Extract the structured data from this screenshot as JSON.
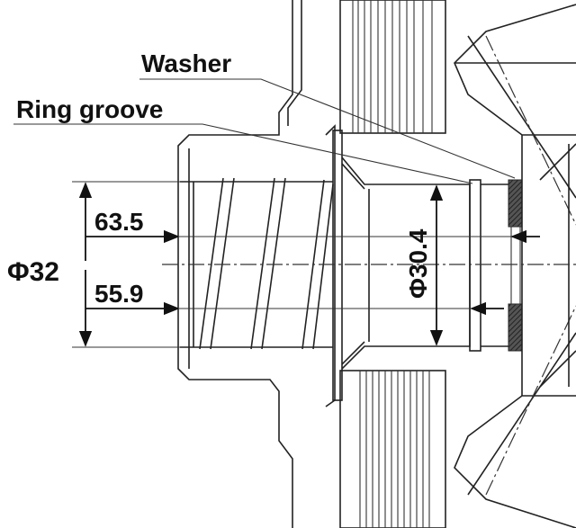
{
  "labels": {
    "washer": "Washer",
    "ring_groove": "Ring groove",
    "dim_outer_diameter": "Φ32",
    "dim_upper": "63.5",
    "dim_lower": "55.9",
    "dim_bore_diameter": "Φ30.4"
  },
  "colors": {
    "line": "#222222",
    "background": "#ffffff"
  }
}
